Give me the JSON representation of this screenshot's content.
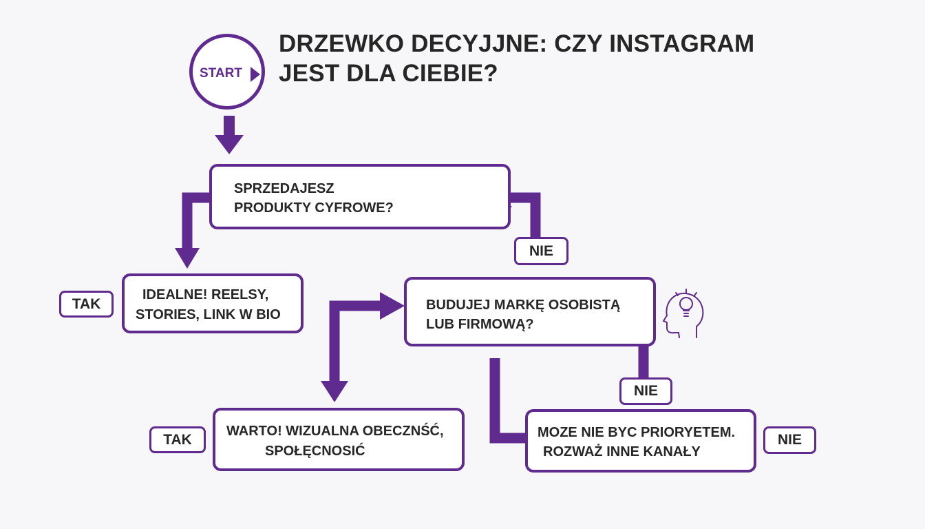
{
  "title": {
    "line1": "DRZEWKO DECYJJNE: CZY INSTAGRAM",
    "line2": "JEST DLA CIEBIE?"
  },
  "start": {
    "label": "START"
  },
  "nodes": {
    "q1": {
      "line1": "SPRZEDAJESZ",
      "line2": "PRODUKTY CYFROWE?",
      "icon": "laptop-chart-icon"
    },
    "yes1": {
      "line1": "IDEALNE! REELSY,",
      "line2": "STORIES, LINK W BIO"
    },
    "q2": {
      "line1": "BUDUJEJ MARKĘ OSOBISTĄ",
      "line2": "LUB FIRMOWĄ?",
      "icon": "head-lightbulb-icon"
    },
    "yes2": {
      "line1": "WARTO! WIZUALNA OBECZNŚĆ,",
      "line2": "SPOŁĘCNOSIĆ"
    },
    "no2": {
      "line1": "MOZE NIE BYC PRIORYETEM.",
      "line2": "ROZWAŻ INNE KANAŁY"
    }
  },
  "labels": {
    "nie1": "NIE",
    "tak1": "TAK",
    "tak2": "TAK",
    "nie2": "NIE",
    "nie3": "NIE"
  },
  "colors": {
    "accent": "#5f2b8f",
    "text": "#262626",
    "background": "#f7f6f8"
  }
}
